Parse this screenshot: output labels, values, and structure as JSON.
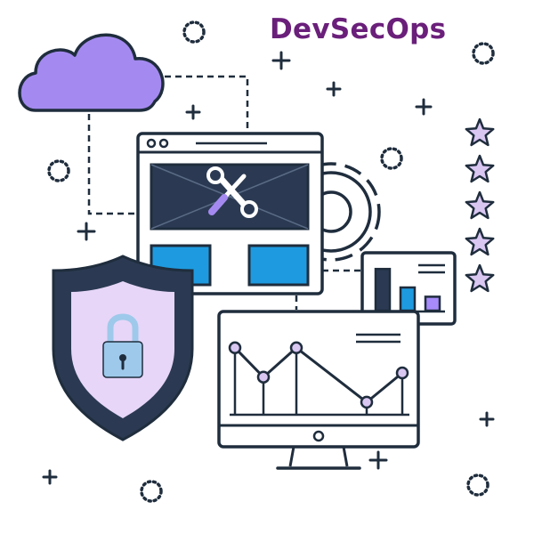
{
  "title": "DevSecOps",
  "icons": {
    "cloud": "cloud-icon",
    "browser": "browser-window-icon",
    "tools": "wrench-screwdriver-icon",
    "gear": "gear-icon",
    "shield": "shield-icon",
    "lock": "padlock-icon",
    "bar_chart": "bar-chart-icon",
    "monitor": "monitor-line-chart-icon",
    "stars": "star-icon"
  },
  "colors": {
    "title": "#6a1f7a",
    "outline": "#1f2d3d",
    "navy": "#2b3a52",
    "cloud": "#a48af0",
    "shield_fill": "#e7d6f8",
    "lock": "#9ec9ea",
    "blue": "#1e9be0",
    "star": "#d9c7f2",
    "bar_purple": "#a78bfa"
  },
  "stars_count": 5,
  "bar_values": [
    0.9,
    0.5,
    0.3
  ],
  "line_points": [
    0.8,
    0.45,
    0.8,
    0.15,
    0.5
  ]
}
